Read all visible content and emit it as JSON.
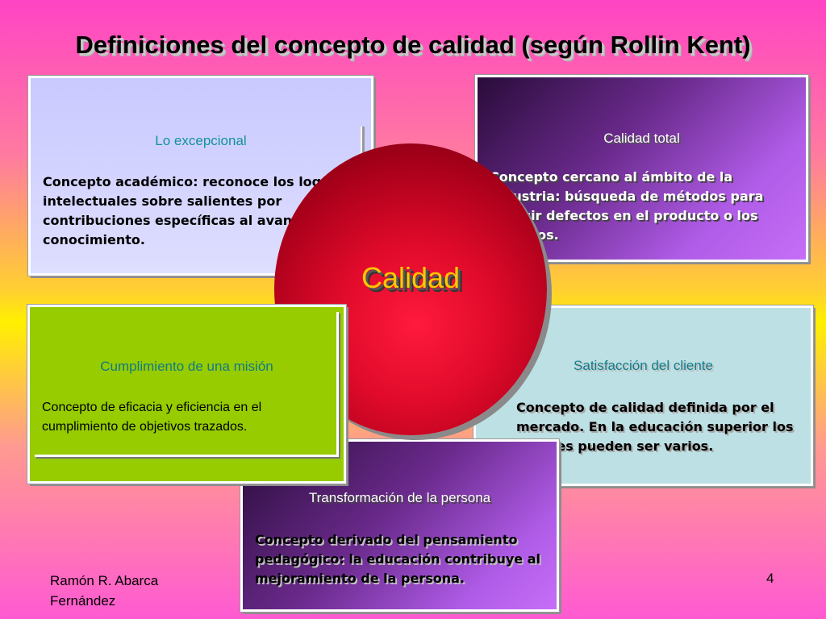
{
  "title": "Definiciones del concepto de calidad (según Rollin Kent)",
  "center": "Calidad",
  "boxes": {
    "tl": {
      "heading": "Lo excepcional",
      "body": "Concepto académico: reconoce los logros intelectuales sobre salientes por contribuciones específicas al avance del conocimiento."
    },
    "tr": {
      "heading": "Calidad total",
      "body": "Concepto cercano al ámbito de la industria: búsqueda de métodos para reducir defectos en el producto o los servicios."
    },
    "ml": {
      "heading": "Cumplimiento de una misión",
      "body": "Concepto de eficacia y eficiencia en el cumplimiento de objetivos trazados."
    },
    "mr": {
      "heading": "Satisfacción del cliente",
      "body": "Concepto de calidad definida por el mercado. En la educación superior los clientes pueden ser varios."
    },
    "b": {
      "heading": "Transformación de la persona",
      "body": "Concepto derivado del pensamiento pedagógico: la educación contribuye al mejoramiento de la persona."
    }
  },
  "footer": {
    "author": "Ramón R. Abarca Fernández",
    "page": "4"
  },
  "colors": {
    "heading_teal": "#12929a",
    "circle_red": "#e00a2a",
    "center_label": "#ffc800"
  }
}
